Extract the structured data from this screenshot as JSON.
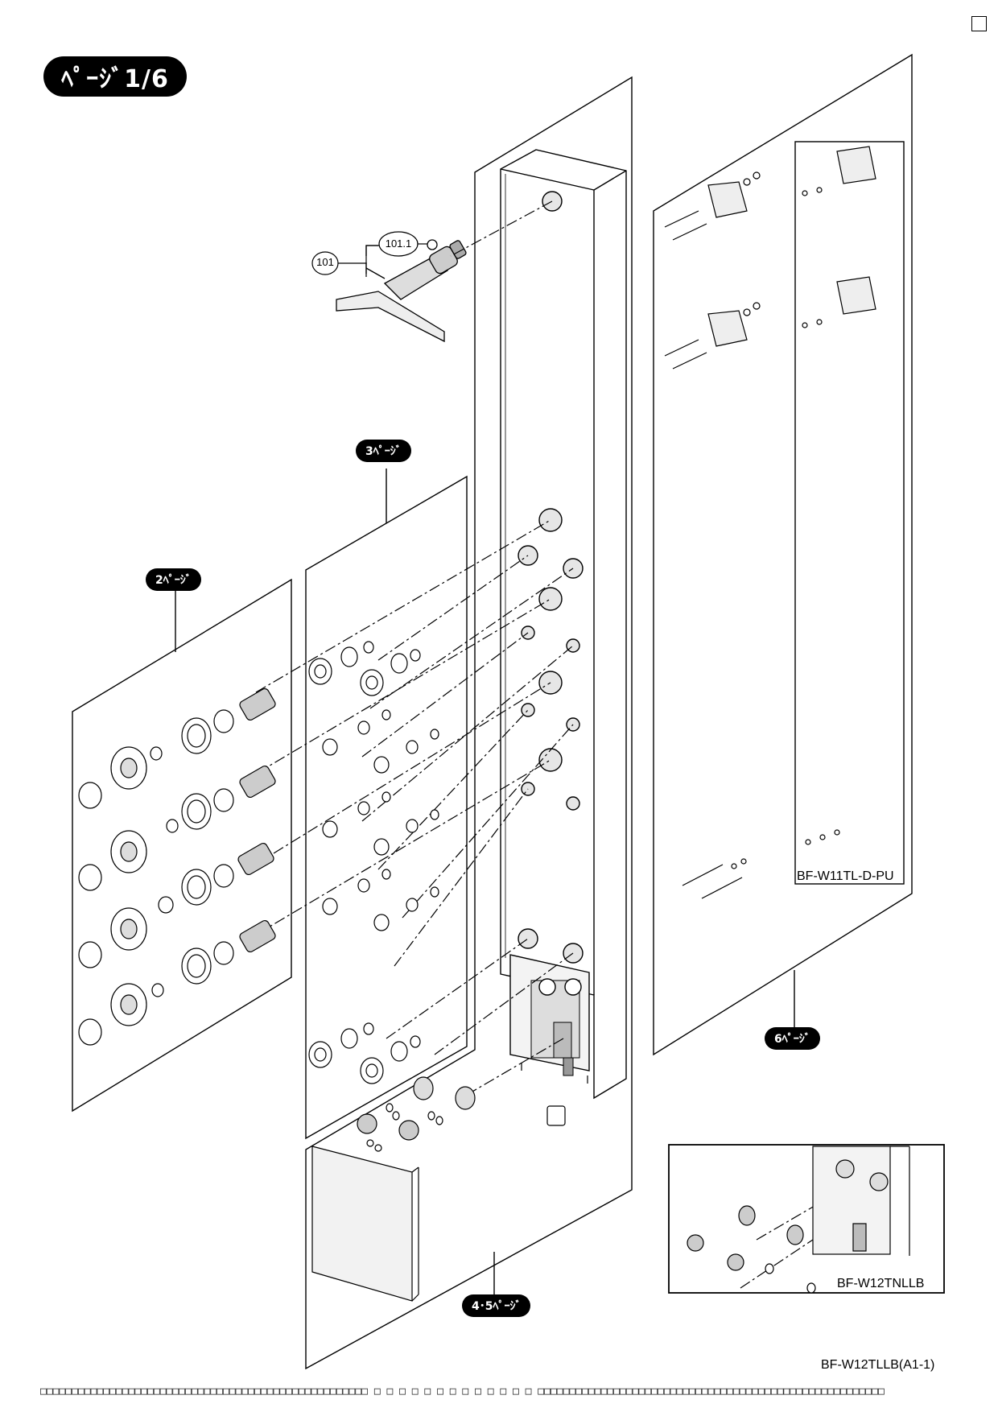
{
  "page_badge": "ﾍﾟｰｼﾞ1/6",
  "page_refs": {
    "p2": "2ﾍﾟｰｼﾞ",
    "p3": "3ﾍﾟｰｼﾞ",
    "p45": "4･5ﾍﾟｰｼﾞ",
    "p6": "6ﾍﾟｰｼﾞ"
  },
  "part_numbers": {
    "p101": "101",
    "p101_1": "101.1"
  },
  "models": {
    "variant_top_right": "BF-W11TL-D-PU",
    "variant_bottom_right": "BF-W12TNLLB"
  },
  "footer": {
    "doc_code": "BF-W12TLLB(A1-1)",
    "bar_text": "□□□□□□□□□□□□□□□□□□□□□□□□□□□□□□□□□□□□□□□□□□□□□□□□□□□□ □ □ □ □ □ □ □ □ □ □ □ □ □ □□□□□□□□□□□□□□□□□□□□□□□□□□□□□□□□□□□□□□□□□□□□□□□□□□□□□□□"
  }
}
